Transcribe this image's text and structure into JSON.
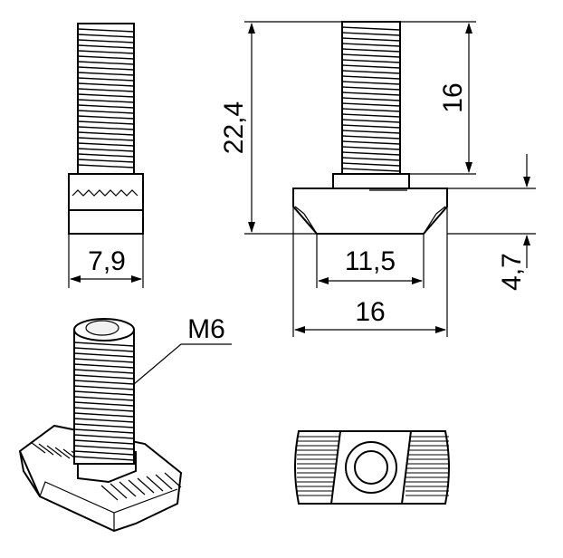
{
  "drawing": {
    "colors": {
      "line": "#000000",
      "background": "#ffffff",
      "fill_light": "#f2f2f2"
    },
    "dimensions": {
      "front_width": "7,9",
      "total_height": "22,4",
      "thread_length": "16",
      "base_width": "11,5",
      "total_width": "16",
      "head_height": "4,7",
      "thread_label": "M6"
    }
  }
}
